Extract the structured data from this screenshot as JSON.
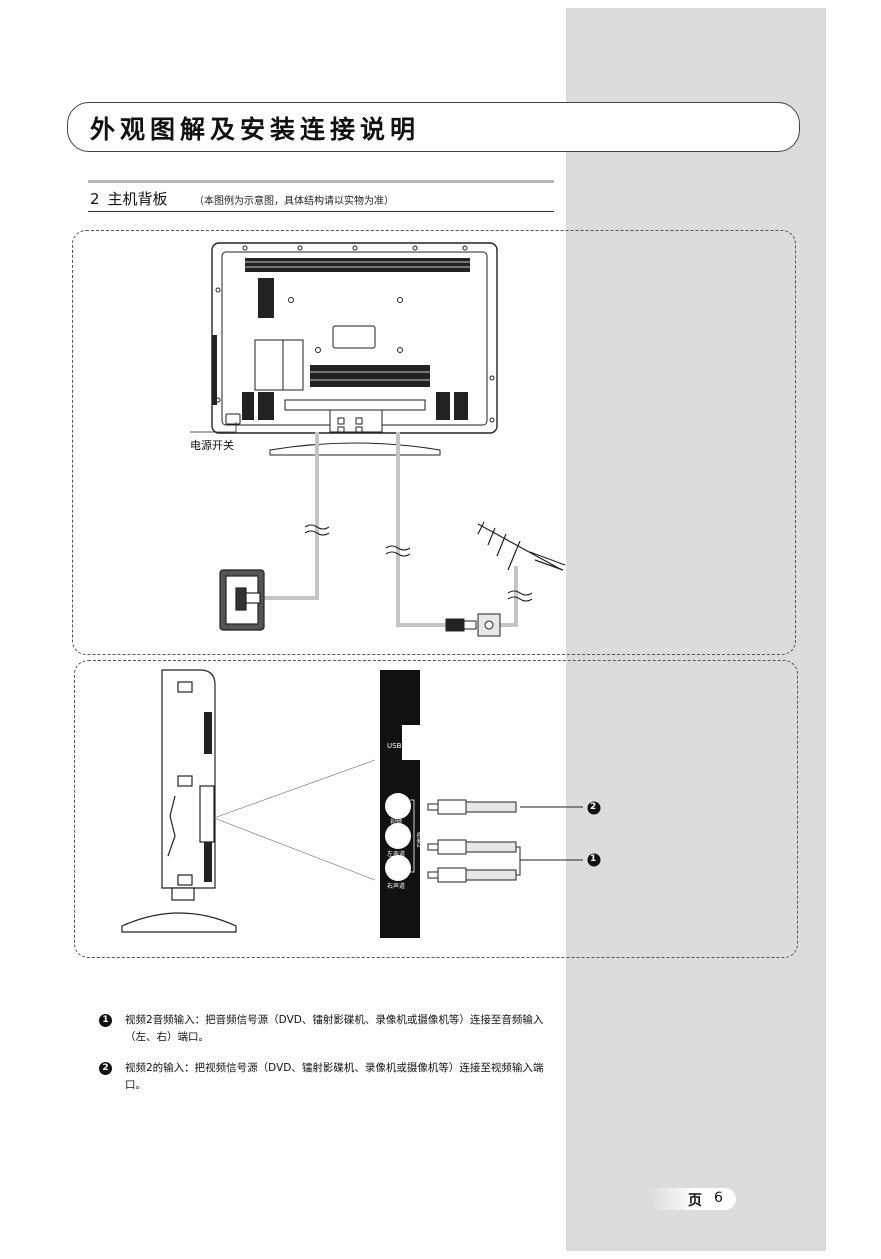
{
  "header": {
    "title": "外观图解及安装连接说明"
  },
  "section": {
    "number": "2",
    "heading": "主机背板",
    "note": "（本图例为示意图，具体结构请以实物为准）"
  },
  "figure_top": {
    "power_switch_label": "电源开关",
    "break_symbol": "≈"
  },
  "figure_bottom": {
    "usb_label": "USB",
    "jack_video_label": "视频",
    "jack_left_label": "左声道",
    "jack_right_label": "右声道",
    "group_label": "视频2",
    "callout_1": "1",
    "callout_2": "2"
  },
  "notes": [
    {
      "marker": "1",
      "text": "视频2音频输入：把音频信号源（DVD、镭射影碟机、录像机或摄像机等）连接至音频输入（左、右）端口。"
    },
    {
      "marker": "2",
      "text": "视频2的输入：把视频信号源（DVD、镭射影碟机、录像机或摄像机等）连接至视频输入端口。"
    }
  ],
  "footer": {
    "page_label": "页",
    "page_number": "6"
  },
  "colors": {
    "sidebar": "#dcdcdc",
    "cable": "#c4c4c4",
    "panel": "#111111"
  }
}
